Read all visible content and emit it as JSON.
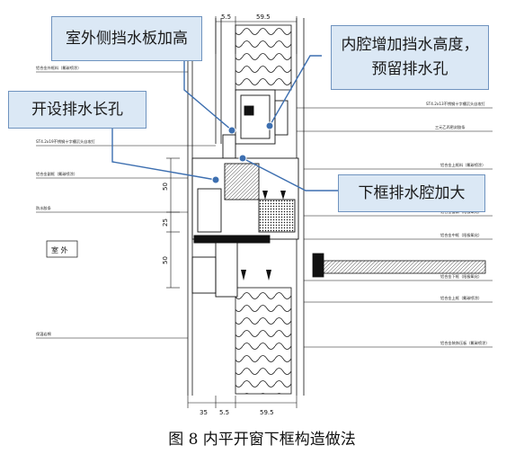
{
  "callouts": {
    "outer_plate": "室外侧挡水板加高",
    "inner_cavity": "内腔增加挡水高度，预留排水孔",
    "slot_hole": "开设排水长孔",
    "lower_frame": "下框排水腔加大"
  },
  "labels": {
    "outdoor": "室 外",
    "screw_right": "ST4.2x13不锈钢十字槽沉头自攻钉",
    "screw_left": "ST4.2x19不锈钢十字槽沉头自攻钉",
    "rubber_strip": "三元乙丙密封胶条",
    "left_notes": [
      "铝合金外框料（氟碳喷涂）",
      "铝合金副框（氟碳喷涂）",
      "防水胶条",
      "保温岩棉"
    ],
    "right_notes": [
      "铝合金上框料（氟碳喷涂）",
      "铝合金窗扇（阳极氧化）",
      "铝合金中框（阳极氧化）",
      "铝合金下框（阳极氧化）",
      "铝合金上框（氟碳喷涂）",
      "铝合金装饰压板（氟碳喷涂）"
    ]
  },
  "dimensions": {
    "top_a": "5.5",
    "top_b": "59.5",
    "bottom_a": "35",
    "bottom_b": "5.5",
    "bottom_c": "59.5",
    "side_a": "50",
    "side_b": "25",
    "side_c": "50"
  },
  "caption": "图 8 内平开窗下框构造做法",
  "colors": {
    "callout_fill": "#dbe8f5",
    "callout_border": "#6f93bf",
    "leader": "#3d6fb0",
    "line": "#111111"
  }
}
